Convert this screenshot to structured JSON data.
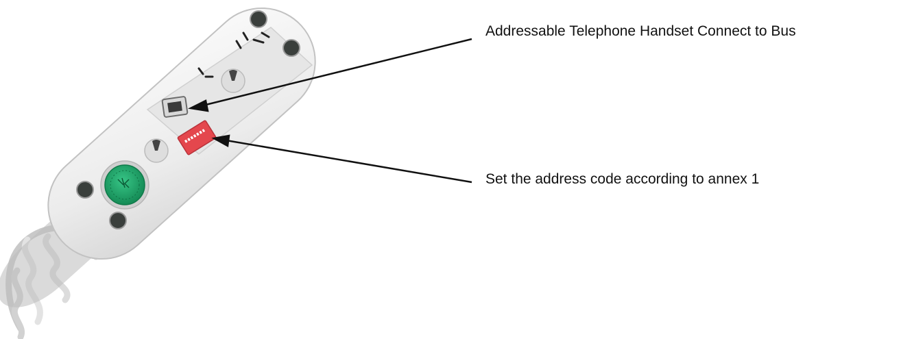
{
  "labels": {
    "connect_bus": "Addressable Telephone Handset Connect to Bus",
    "address_code": "Set the address code according to annex 1"
  },
  "colors": {
    "handset_body": "#efefef",
    "handset_edge": "#c9c9c9",
    "rubber_feet": "#3a3f3c",
    "speaker": "#1ba86a",
    "dip_switch": "#e4474d",
    "jack": "#3b3b3b",
    "cord": "#d5d5d5"
  },
  "icons": {
    "handset": "telephone-handset-back",
    "switch": "dip-switch",
    "port": "rj-jack"
  }
}
